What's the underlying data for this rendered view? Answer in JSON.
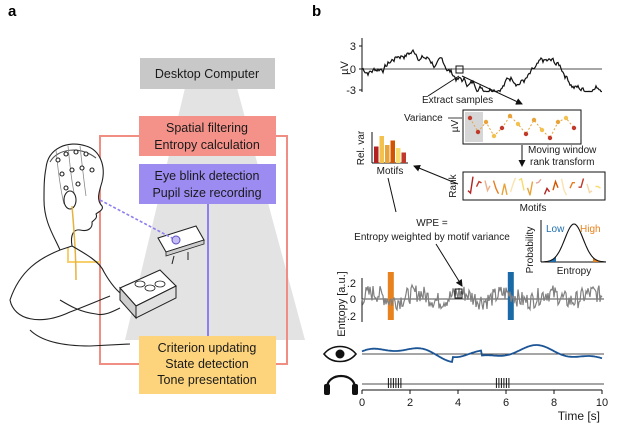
{
  "panel_a": {
    "letter": "a",
    "desktop_label": "Desktop Computer",
    "spatial_box": [
      "Spatial filtering",
      "Entropy calculation"
    ],
    "eye_box": [
      "Eye blink detection",
      "Pupil size recording"
    ],
    "state_box": [
      "Criterion updating",
      "State detection",
      "Tone presentation"
    ],
    "colors": {
      "desktop": "#c8c8c8",
      "spatial": "#f4928a",
      "eye": "#9c8cf2",
      "state": "#fdd47c",
      "red_line": "#f08e84",
      "purple_line": "#8c7ff0",
      "yellow_line": "#f7cf6d",
      "cone": "#e3e3e3"
    }
  },
  "panel_b": {
    "letter": "b",
    "eeg": {
      "ylabel": "µV",
      "yticks": [
        "3",
        "0",
        "-3"
      ]
    },
    "extract_label": "Extract samples",
    "variance_label": "Variance",
    "small_uv": "µV",
    "relvar": {
      "ylabel": "Rel. var",
      "xlabel": "Motifs",
      "values": [
        0.55,
        0.9,
        0.6,
        0.75,
        0.5,
        0.35
      ]
    },
    "moving_window": [
      "Moving window",
      "rank transform"
    ],
    "rank_label": "Rank",
    "motifs_label": "Motifs",
    "wpe_text": [
      "WPE =",
      "Entropy weighted by motif variance"
    ],
    "probability": {
      "ylabel": "Probability",
      "xlabel": "Entropy",
      "low_label": "Low",
      "high_label": "High",
      "low_color": "#1f6fae",
      "high_color": "#e8821e"
    },
    "entropy_axis": {
      "ylabel": "Entropy [a.u.]",
      "yticks": [
        ".2",
        "0",
        "-.2"
      ]
    },
    "time_axis": {
      "xticks": [
        "0",
        "2",
        "4",
        "6",
        "8",
        "10"
      ],
      "xlabel": "Time [s]"
    },
    "orange_marker_time": 1.2,
    "blue_marker_time": 6.2,
    "colors": {
      "orange": "#e8821e",
      "blue": "#1b6aa8",
      "pupil": "#1c5596",
      "trace": "#808080"
    },
    "eye_icon": "eye-icon",
    "headphones_icon": "headphones-icon"
  }
}
